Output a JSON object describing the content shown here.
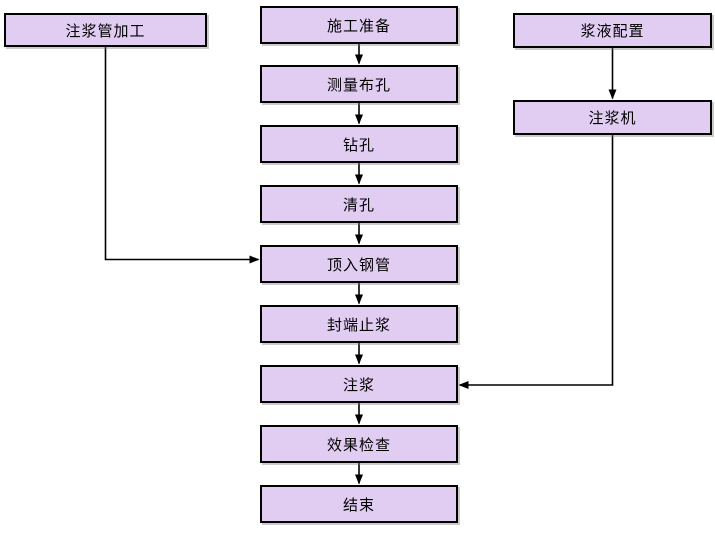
{
  "diagram": {
    "type": "flowchart",
    "background_color": "#FFFFFF",
    "node_fill_color": "#E1CCF2",
    "node_border_color": "#000000",
    "arrow_color": "#000000",
    "nodes": [
      {
        "id": "grouting-pipe-fabrication",
        "label": "注浆管加工"
      },
      {
        "id": "construction-preparation",
        "label": "施工准备"
      },
      {
        "id": "survey-and-hole-layout",
        "label": "测量布孔"
      },
      {
        "id": "drilling",
        "label": "钻孔"
      },
      {
        "id": "hole-cleaning",
        "label": "清孔"
      },
      {
        "id": "jack-in-steel-pipe",
        "label": "顶入钢管"
      },
      {
        "id": "seal-end-stop-grout",
        "label": "封端止浆"
      },
      {
        "id": "grouting",
        "label": "注浆"
      },
      {
        "id": "effect-inspection",
        "label": "效果检查"
      },
      {
        "id": "end",
        "label": "结束"
      },
      {
        "id": "slurry-preparation",
        "label": "浆液配置"
      },
      {
        "id": "grouting-machine",
        "label": "注浆机"
      }
    ],
    "edges": [
      {
        "from": "施工准备",
        "to": "测量布孔"
      },
      {
        "from": "测量布孔",
        "to": "钻孔"
      },
      {
        "from": "钻孔",
        "to": "清孔"
      },
      {
        "from": "清孔",
        "to": "顶入钢管"
      },
      {
        "from": "顶入钢管",
        "to": "封端止浆"
      },
      {
        "from": "封端止浆",
        "to": "注浆"
      },
      {
        "from": "注浆",
        "to": "效果检查"
      },
      {
        "from": "效果检查",
        "to": "结束"
      },
      {
        "from": "注浆管加工",
        "to": "顶入钢管"
      },
      {
        "from": "浆液配置",
        "to": "注浆机"
      },
      {
        "from": "注浆机",
        "to": "注浆"
      }
    ]
  }
}
